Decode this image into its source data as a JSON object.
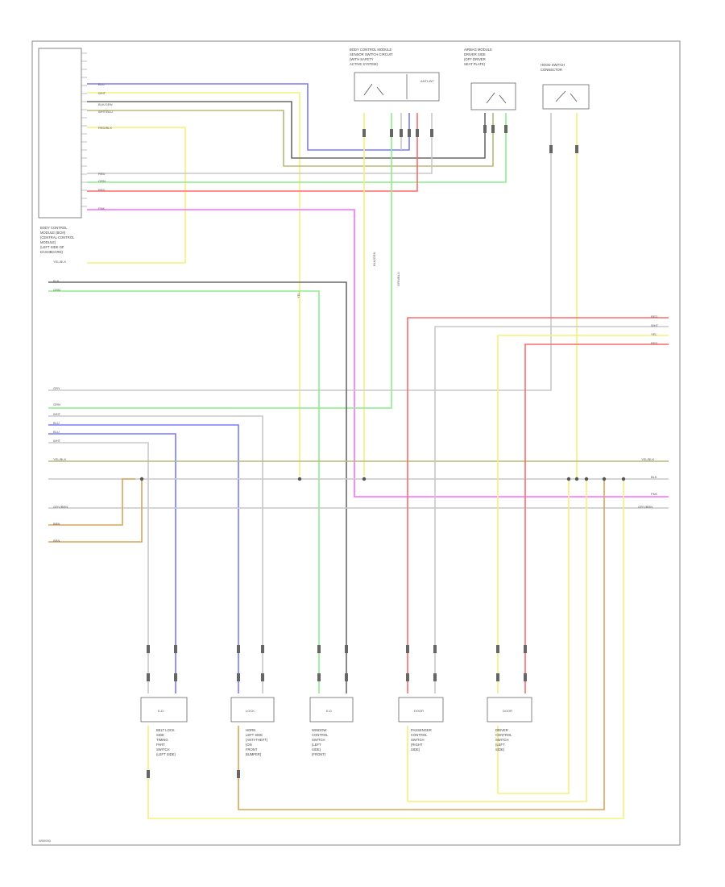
{
  "diagram": {
    "footer": "W00000",
    "components": {
      "control_module": {
        "caption": [
          "BODY CONTROL",
          "MODULE (BCM)",
          "(CENTRAL CONTROL",
          "MODULE)",
          "(LEFT SIDE OF",
          "DASHBOARD)"
        ]
      },
      "top_sensor_1": {
        "caption": [
          "BODY CONTROL MODULE",
          "SENSOR SWITCH CIRCUIT",
          "(WITH SAFETY",
          "ACTIVE SYSTEM)"
        ],
        "pin_label": "ANTI-INT"
      },
      "top_sensor_2": {
        "caption": [
          "AIRBAG MODULE",
          "DRIVER SIDE",
          "(OFF DRIVER",
          "SEAT PLATE)"
        ]
      },
      "top_sensor_3": {
        "caption": [
          "HOOD SWITCH",
          "CONNECTOR"
        ]
      },
      "bottom_1": {
        "label": "E-D",
        "caption": [
          "BELT LOCK",
          "SIDE",
          "TIMING",
          "PART",
          "SWITCH",
          "(LEFT SIDE)"
        ]
      },
      "bottom_2": {
        "label": "LOCK",
        "caption": [
          "HORN",
          "LEFT SIDE",
          "(ANTI-THEFT)",
          "(ON",
          "FRONT",
          "BUMPER)"
        ]
      },
      "bottom_3": {
        "label": "E-D",
        "caption": [
          "WINDOW",
          "CONTROL",
          "SWITCH",
          "(LEFT",
          "SIDE)",
          "(FRONT)"
        ]
      },
      "bottom_4": {
        "label": "DOOR",
        "caption": [
          "PASSENGER",
          "CONTROL",
          "SWITCH",
          "(RIGHT",
          "SIDE)"
        ]
      },
      "bottom_5": {
        "label": "DOOR",
        "caption": [
          "DRIVER",
          "CONTROL",
          "SWITCH",
          "(LEFT",
          "SIDE)"
        ]
      }
    },
    "wire_labels": {
      "bcm_out": [
        "BLU",
        "WHT",
        "BLK/GRN",
        "WHT/BLU",
        "",
        "RED/BLK",
        "",
        "",
        "",
        "",
        "",
        "RED",
        "GRN",
        "RED",
        "",
        "PNK"
      ],
      "left_side": [
        "YEL/BLK",
        "BLK",
        "GRN",
        "GRY",
        "GRN",
        "WHT",
        "BLU",
        "BLU",
        "WHT",
        "YEL/BLK",
        "GRY/BRN",
        "BRN",
        "BRN"
      ],
      "right_side": [
        "RED",
        "WHT",
        "YEL",
        "RED",
        "YEL/BLK",
        "BLK",
        "PNK",
        "GRY/BRN"
      ],
      "splice": [
        "YEL",
        "BLK/GRN",
        "GRN/BLU"
      ]
    }
  }
}
